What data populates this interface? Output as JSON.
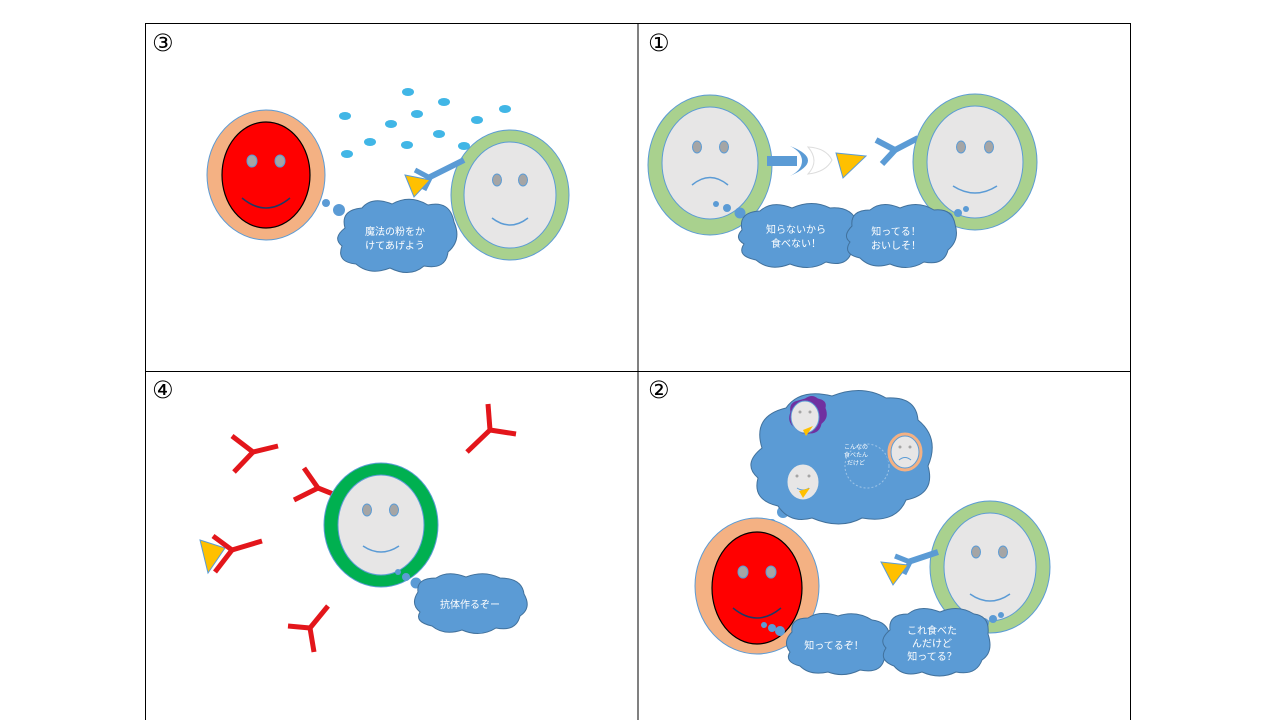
{
  "panels": [
    {
      "id": "p3",
      "number": "③",
      "bubbles": [
        "魔法の粉をか",
        "けてあげよう"
      ]
    },
    {
      "id": "p1",
      "number": "①",
      "bubble_left": [
        "知らないから",
        "食べない！"
      ],
      "bubble_right": [
        "知ってる！",
        "おいしそ！"
      ]
    },
    {
      "id": "p4",
      "number": "④",
      "bubble": [
        "抗体作るぞー"
      ]
    },
    {
      "id": "p2",
      "number": "②",
      "thought": [
        "こんなの",
        "食べたん",
        "だけど"
      ],
      "bubble_left": [
        "知ってるぞ！"
      ],
      "bubble_right": [
        "これ食べた",
        "んだけど",
        "知ってる？"
      ]
    }
  ],
  "colors": {
    "accent_blue": "#5b9bd5",
    "virus_red": "#ff0000",
    "infected_ring": "#f4b183",
    "cell_ring_light": "#a9d18e",
    "cell_ring_dark": "#00b050",
    "face": "#e7e6e6",
    "antigen": "#ffc000",
    "antibody_red": "#e3161b",
    "powder": "#41b6e6"
  }
}
